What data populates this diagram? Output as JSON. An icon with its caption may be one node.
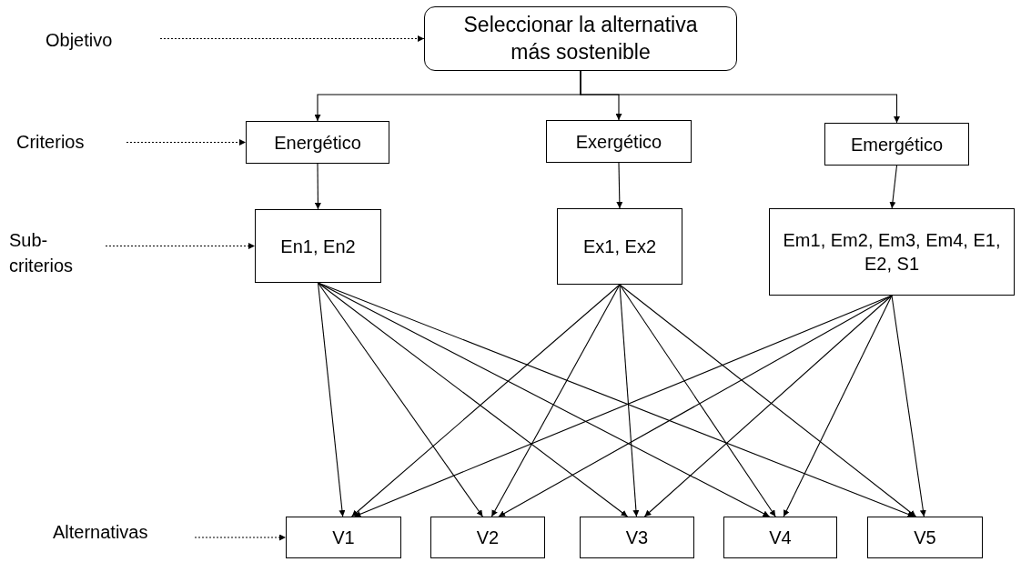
{
  "diagram": {
    "nodes": [
      {
        "text": [
          "Objetivo"
        ]
      },
      {
        "text": [
          "Seleccionar la alternativa más sostenible"
        ]
      },
      {
        "text": [
          "Criterios"
        ]
      },
      {
        "text": [
          "Energético"
        ]
      },
      {
        "text": [
          "Exergético"
        ]
      },
      {
        "text": [
          "Emergético"
        ]
      },
      {
        "text": [
          "Sub- criterios"
        ]
      },
      {
        "text": [
          "En1, En2"
        ]
      },
      {
        "text": [
          "Ex1, Ex2"
        ]
      },
      {
        "text": [
          "Em1, Em2, Em3, Em4, E1, E2, S1"
        ]
      },
      {
        "text": [
          "Alternativas"
        ]
      },
      {
        "text": [
          "V1"
        ]
      },
      {
        "text": [
          "V2"
        ]
      },
      {
        "text": [
          "V3"
        ]
      },
      {
        "text": [
          "V4"
        ]
      },
      {
        "text": [
          "V5"
        ]
      }
    ],
    "edges": [
      {
        "from": 0,
        "to": 1,
        "arrow": "to",
        "style": "dashed"
      },
      {
        "from": 1,
        "to": 3,
        "arrow": "to"
      },
      {
        "from": 1,
        "to": 4,
        "arrow": "to"
      },
      {
        "from": 1,
        "to": 5,
        "arrow": "to"
      },
      {
        "from": 2,
        "to": 3,
        "arrow": "to",
        "style": "dashed"
      },
      {
        "from": 3,
        "to": 7,
        "arrow": "to"
      },
      {
        "from": 4,
        "to": 8,
        "arrow": "to"
      },
      {
        "from": 5,
        "to": 9,
        "arrow": "to"
      },
      {
        "from": 6,
        "to": 7,
        "arrow": "to",
        "style": "dashed"
      },
      {
        "from": 7,
        "to": 11,
        "arrow": "to"
      },
      {
        "from": 7,
        "to": 12,
        "arrow": "to"
      },
      {
        "from": 7,
        "to": 13,
        "arrow": "to"
      },
      {
        "from": 7,
        "to": 14,
        "arrow": "to"
      },
      {
        "from": 7,
        "to": 15,
        "arrow": "to"
      },
      {
        "from": 8,
        "to": 11,
        "arrow": "to"
      },
      {
        "from": 8,
        "to": 12,
        "arrow": "to"
      },
      {
        "from": 8,
        "to": 13,
        "arrow": "to"
      },
      {
        "from": 8,
        "to": 14,
        "arrow": "to"
      },
      {
        "from": 8,
        "to": 15,
        "arrow": "to"
      },
      {
        "from": 9,
        "to": 11,
        "arrow": "to"
      },
      {
        "from": 9,
        "to": 12,
        "arrow": "to"
      },
      {
        "from": 9,
        "to": 13,
        "arrow": "to"
      },
      {
        "from": 9,
        "to": 14,
        "arrow": "to"
      },
      {
        "from": 9,
        "to": 15,
        "arrow": "to"
      },
      {
        "from": 10,
        "to": 11,
        "arrow": "to",
        "style": "dashed"
      }
    ]
  }
}
